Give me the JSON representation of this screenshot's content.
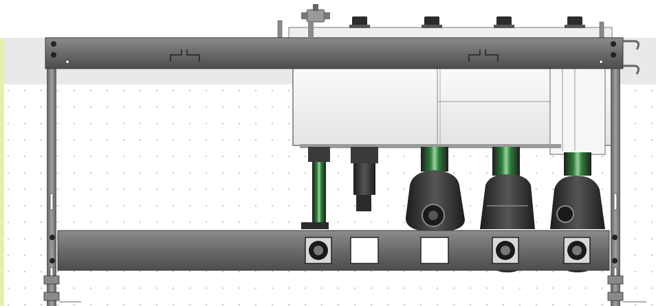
{
  "diagram": {
    "subject": "pump-rack-assembly",
    "components": {
      "frame": {
        "count": 1
      },
      "top_rail": {
        "count": 1
      },
      "bottom_rail": {
        "count": 1
      },
      "tank": {
        "count": 1
      },
      "tank_caps": {
        "count": 4
      },
      "pump_units": {
        "count": 3
      },
      "dosing_columns": {
        "count": 2
      },
      "rail_openings": {
        "round": 3,
        "square": 2
      }
    },
    "colors": {
      "rail": "#6f6f6f",
      "rail_dark": "#3a3a3a",
      "frame": "#8a8a8a",
      "tank_fill": "#f3f3f3",
      "tank_stroke": "#555555",
      "pump_body": "#2b2b2b",
      "pipe_green": "#2f7d3a",
      "wall_band": "#e9e9e9",
      "floor_dots": "#c7c7c7",
      "accent_edge": "#e8f0a8"
    },
    "icons": [
      "bolt-icon",
      "cap-icon",
      "valve-icon",
      "hook-icon"
    ]
  }
}
